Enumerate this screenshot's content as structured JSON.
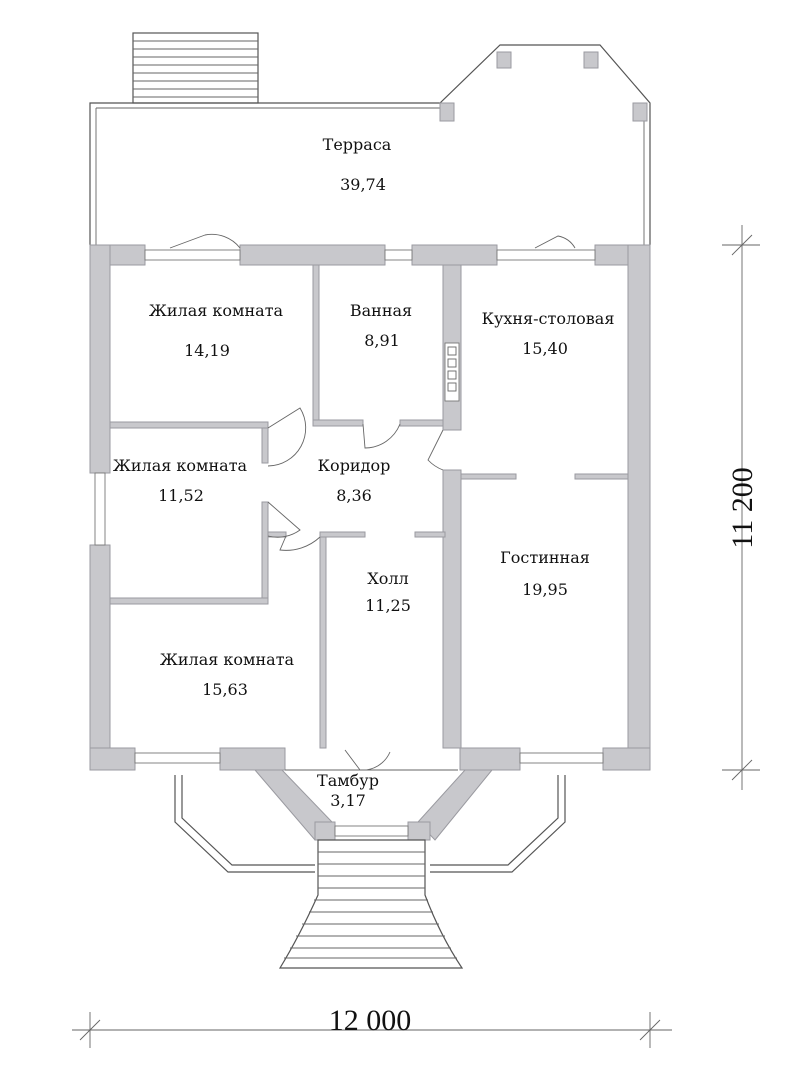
{
  "rooms": [
    {
      "id": "terrace",
      "name": "Терраса",
      "area": "39,74"
    },
    {
      "id": "living-1",
      "name": "Жилая комната",
      "area": "14,19"
    },
    {
      "id": "bathroom",
      "name": "Ванная",
      "area": "8,91"
    },
    {
      "id": "kitchen",
      "name": "Кухня-столовая",
      "area": "15,40"
    },
    {
      "id": "living-2",
      "name": "Жилая комната",
      "area": "11,52"
    },
    {
      "id": "corridor",
      "name": "Коридор",
      "area": "8,36"
    },
    {
      "id": "hall",
      "name": "Холл",
      "area": "11,25"
    },
    {
      "id": "lounge",
      "name": "Гостинная",
      "area": "19,95"
    },
    {
      "id": "living-3",
      "name": "Жилая комната",
      "area": "15,63"
    },
    {
      "id": "vestibule",
      "name": "Тамбур",
      "area": "3,17"
    }
  ],
  "dimensions": {
    "width": "12 000",
    "height": "11 200"
  }
}
